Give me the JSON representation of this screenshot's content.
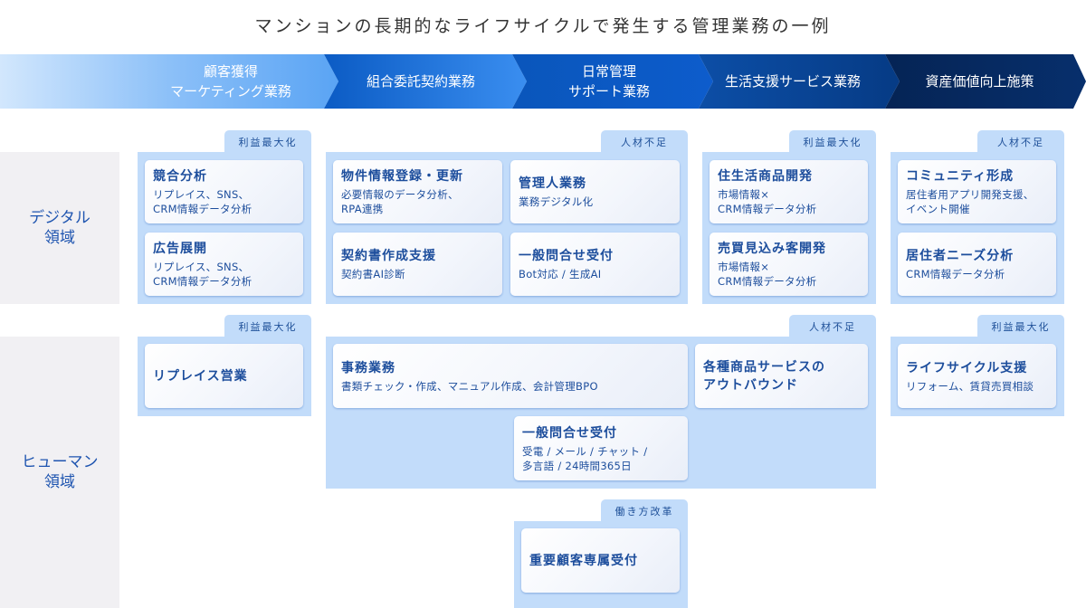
{
  "title": "マンションの長期的なライフサイクルで発生する管理業務の一例",
  "phases": [
    {
      "label": "顧客獲得\nマーケティング業務",
      "color": "#6fb0f6"
    },
    {
      "label": "組合委託契約業務",
      "color": "#1f6bd0"
    },
    {
      "label": "日常管理\nサポート業務",
      "color": "#0d52b4"
    },
    {
      "label": "生活支援サービス業務",
      "color": "#08418f"
    },
    {
      "label": "資産価値向上施策",
      "color": "#062a62"
    }
  ],
  "rows": {
    "digital": {
      "label": "デジタル\n領域"
    },
    "human": {
      "label": "ヒューマン\n領域"
    }
  },
  "tags": {
    "profit": "利益最大化",
    "staff": "人材不足",
    "workstyle": "働き方改革"
  },
  "digital": {
    "marketing": {
      "tag": "利益最大化",
      "cards": [
        {
          "title": "競合分析",
          "sub": "リプレイス、SNS、\nCRM情報データ分析"
        },
        {
          "title": "広告展開",
          "sub": "リプレイス、SNS、\nCRM情報データ分析"
        }
      ]
    },
    "contract_daily": {
      "tag": "人材不足",
      "cards": [
        {
          "title": "物件情報登録・更新",
          "sub": "必要情報のデータ分析、\nRPA連携"
        },
        {
          "title": "管理人業務",
          "sub": "業務デジタル化"
        },
        {
          "title": "契約書作成支援",
          "sub": "契約書AI診断"
        },
        {
          "title": "一般問合せ受付",
          "sub": "Bot対応 / 生成AI"
        }
      ]
    },
    "life_support": {
      "tag": "利益最大化",
      "cards": [
        {
          "title": "住生活商品開発",
          "sub": "市場情報×\nCRM情報データ分析"
        },
        {
          "title": "売買見込み客開発",
          "sub": "市場情報×\nCRM情報データ分析"
        }
      ]
    },
    "asset_value": {
      "tag": "人材不足",
      "cards": [
        {
          "title": "コミュニティ形成",
          "sub": "居住者用アプリ開発支援、\nイベント開催"
        },
        {
          "title": "居住者ニーズ分析",
          "sub": "CRM情報データ分析"
        }
      ]
    }
  },
  "human": {
    "marketing": {
      "tag": "利益最大化",
      "cards": [
        {
          "title": "リプレイス営業",
          "sub": ""
        }
      ]
    },
    "operations": {
      "tag": "人材不足",
      "cards": [
        {
          "title": "事務業務",
          "sub": "書類チェック・作成、マニュアル作成、会計管理BPO"
        },
        {
          "title": "各種商品サービスの\nアウトバウンド",
          "sub": ""
        },
        {
          "title": "一般問合せ受付",
          "sub": "受電 / メール / チャット /\n多言語 / 24時間365日"
        }
      ]
    },
    "asset_value": {
      "tag": "利益最大化",
      "cards": [
        {
          "title": "ライフサイクル支援",
          "sub": "リフォーム、賃貸売買相談"
        }
      ]
    },
    "vip": {
      "tag": "働き方改革",
      "cards": [
        {
          "title": "重要顧客専属受付",
          "sub": ""
        }
      ]
    }
  },
  "colors": {
    "group_bg": "#c2dcfa",
    "text_blue": "#1c4d9c",
    "row_label_bg": "#f1f0f3"
  }
}
